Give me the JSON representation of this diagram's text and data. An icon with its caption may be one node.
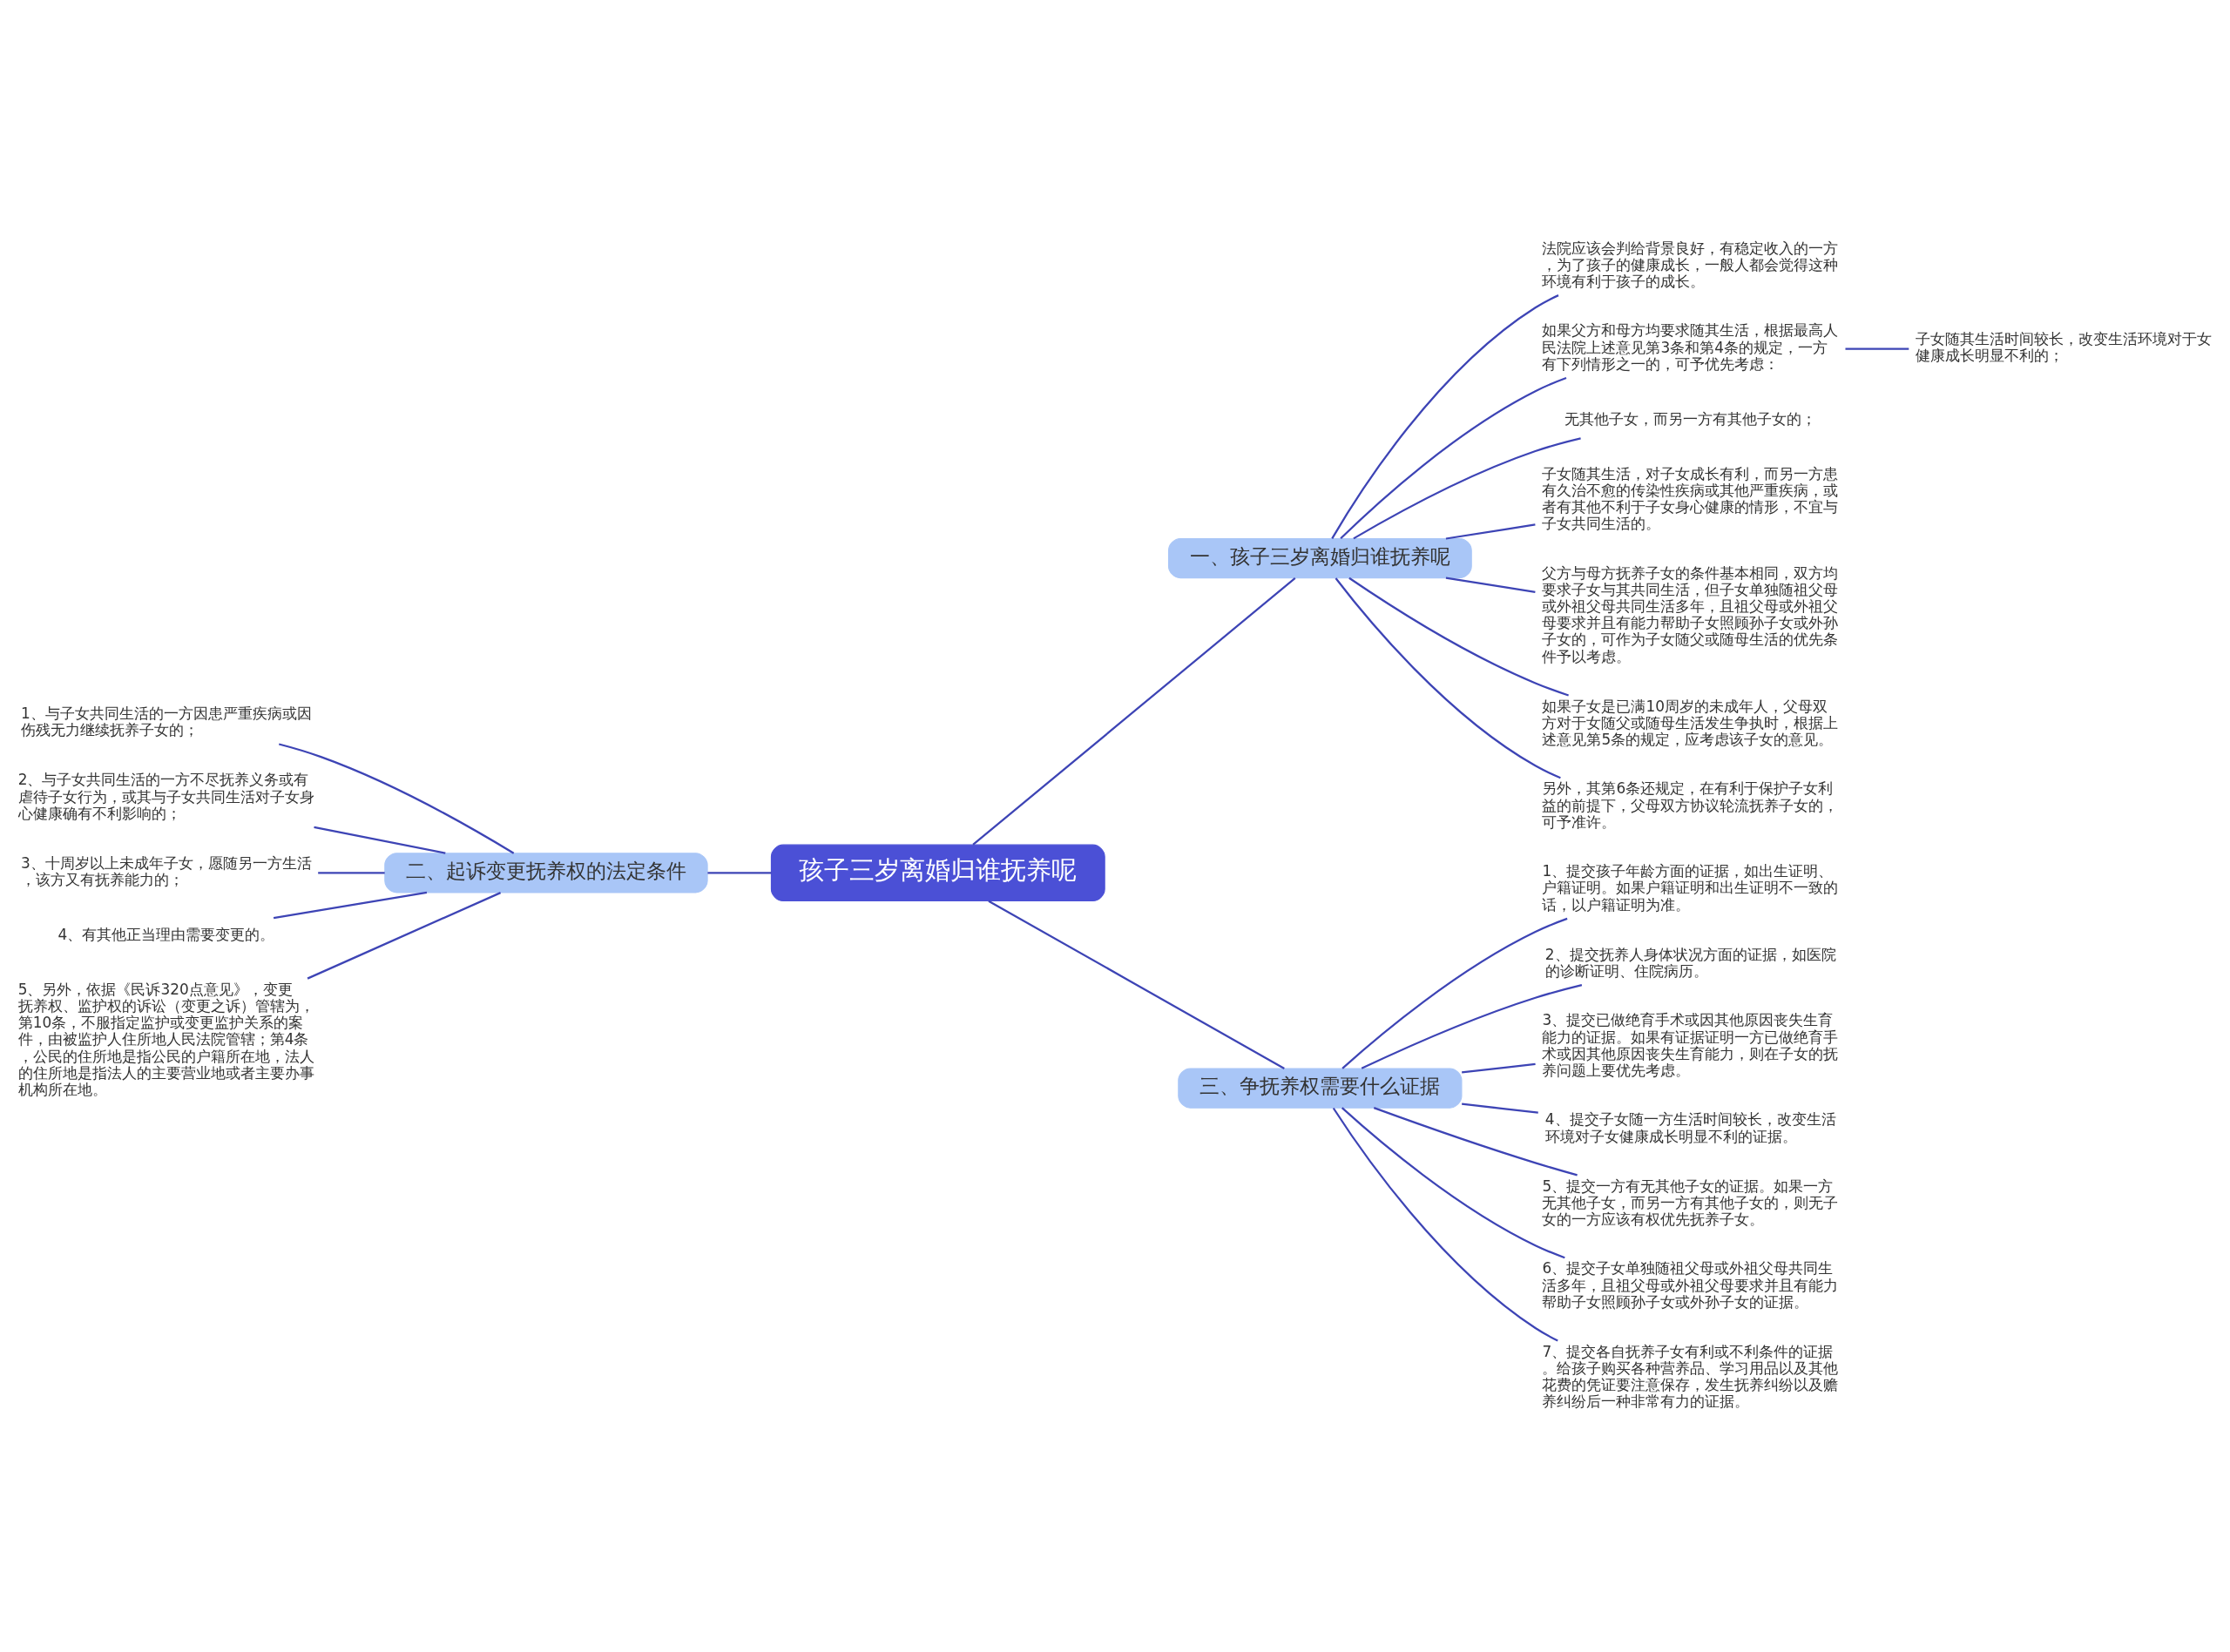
{
  "diagram": {
    "nodes": [
      {
        "text": [
          "孩子三岁离婚归谁抚养呢"
        ]
      },
      {
        "text": [
          "一、孩子三岁离婚归谁抚养呢"
        ]
      },
      {
        "text": [
          "法院应该会判给背景良好，有稳定收入的一方，为了孩子的健康成长，一般人都会觉得这种环境有利于孩子的成长。"
        ]
      },
      {
        "text": [
          "如果父方和母方均要求随其生活，根据最高人民法院上述意见第3条和第4条的规定，一方有下列情形之一的，可予优先考虑："
        ]
      },
      {
        "text": [
          "无其他子女，而另一方有其他子女的；"
        ]
      },
      {
        "text": [
          "子女随其生活，对子女成长有利，而另一方患有久治不愈的传染性疾病或其他严重疾病，或者有其他不利于子女身心健康的情形，不宜与子女共同生活的。"
        ]
      },
      {
        "text": [
          "父方与母方抚养子女的条件基本相同，双方均要求子女与其共同生活，但子女单独随祖父母或外祖父母共同生活多年，且祖父母或外祖父母要求并且有能力帮助子女照顾孙子女或外孙子女的，可作为子女随父或随母生活的优先条件予以考虑。"
        ]
      },
      {
        "text": [
          "如果子女是已满10周岁的未成年人，父母双方对于女随父或随母生活发生争执时，根据上述意见第5条的规定，应考虑该子女的意见。"
        ]
      },
      {
        "text": [
          "另外，其第6条还规定，在有利于保护子女利益的前提下，父母双方协议轮流抚养子女的，可予准许。"
        ]
      },
      {
        "text": [
          "子女随其生活时间较长，改变生活环境对于女健康成长明显不利的；"
        ]
      },
      {
        "text": [
          "二、起诉变更抚养权的法定条件"
        ]
      },
      {
        "text": [
          "1、与子女共同生活的一方因患严重疾病或因伤残无力继续抚养子女的；"
        ]
      },
      {
        "text": [
          "2、与子女共同生活的一方不尽抚养义务或有虐待子女行为，或其与子女共同生活对子女身心健康确有不利影响的；"
        ]
      },
      {
        "text": [
          "3、十周岁以上未成年子女，愿随另一方生活，该方又有抚养能力的；"
        ]
      },
      {
        "text": [
          "4、有其他正当理由需要变更的。"
        ]
      },
      {
        "text": [
          "5、另外，依据《民诉320点意见》，变更抚养权、监护权的诉讼（变更之诉）管辖为，第10条，不服指定监护或变更监护关系的案件，由被监护人住所地人民法院管辖；第4条，公民的住所地是指公民的户籍所在地，法人的住所地是指法人的主要营业地或者主要办事机构所在地。"
        ]
      },
      {
        "text": [
          "三、争抚养权需要什么证据"
        ]
      },
      {
        "text": [
          "1、提交孩子年龄方面的证据，如出生证明、户籍证明。如果户籍证明和出生证明不一致的话，以户籍证明为准。"
        ]
      },
      {
        "text": [
          "2、提交抚养人身体状况方面的证据，如医院的诊断证明、住院病历。"
        ]
      },
      {
        "text": [
          "3、提交已做绝育手术或因其他原因丧失生育能力的证据。如果有证据证明一方已做绝育手术或因其他原因丧失生育能力，则在子女的抚养问题上要优先考虑。"
        ]
      },
      {
        "text": [
          "4、提交子女随一方生活时间较长，改变生活环境对子女健康成长明显不利的证据。"
        ]
      },
      {
        "text": [
          "5、提交一方有无其他子女的证据。如果一方无其他子女，而另一方有其他子女的，则无子女的一方应该有权优先抚养子女。"
        ]
      },
      {
        "text": [
          "6、提交子女单独随祖父母或外祖父母共同生活多年，且祖父母或外祖父母要求并且有能力帮助子女照顾孙子女或外孙子女的证据。"
        ]
      },
      {
        "text": [
          "7、提交各自抚养子女有利或不利条件的证据。给孩子购买各种营养品、学习用品以及其他花费的凭证要注意保存，发生抚养纠纷以及赡养纠纷后一种非常有力的证据。"
        ]
      }
    ],
    "edges": [
      {
        "from": 0,
        "to": 1,
        "arrow": "none"
      },
      {
        "from": 1,
        "to": 2,
        "arrow": "none"
      },
      {
        "from": 1,
        "to": 3,
        "arrow": "none"
      },
      {
        "from": 1,
        "to": 4,
        "arrow": "none"
      },
      {
        "from": 1,
        "to": 5,
        "arrow": "none"
      },
      {
        "from": 1,
        "to": 6,
        "arrow": "none"
      },
      {
        "from": 1,
        "to": 7,
        "arrow": "none"
      },
      {
        "from": 1,
        "to": 8,
        "arrow": "none"
      },
      {
        "from": 3,
        "to": 9,
        "arrow": "none"
      },
      {
        "from": 0,
        "to": 10,
        "arrow": "none"
      },
      {
        "from": 10,
        "to": 11,
        "arrow": "none"
      },
      {
        "from": 10,
        "to": 12,
        "arrow": "none"
      },
      {
        "from": 10,
        "to": 13,
        "arrow": "none"
      },
      {
        "from": 10,
        "to": 14,
        "arrow": "none"
      },
      {
        "from": 10,
        "to": 15,
        "arrow": "none"
      },
      {
        "from": 0,
        "to": 16,
        "arrow": "none"
      },
      {
        "from": 16,
        "to": 17,
        "arrow": "none"
      },
      {
        "from": 16,
        "to": 18,
        "arrow": "none"
      },
      {
        "from": 16,
        "to": 19,
        "arrow": "none"
      },
      {
        "from": 16,
        "to": 20,
        "arrow": "none"
      },
      {
        "from": 16,
        "to": 21,
        "arrow": "none"
      },
      {
        "from": 16,
        "to": 22,
        "arrow": "none"
      },
      {
        "from": 16,
        "to": 23,
        "arrow": "none"
      }
    ]
  }
}
